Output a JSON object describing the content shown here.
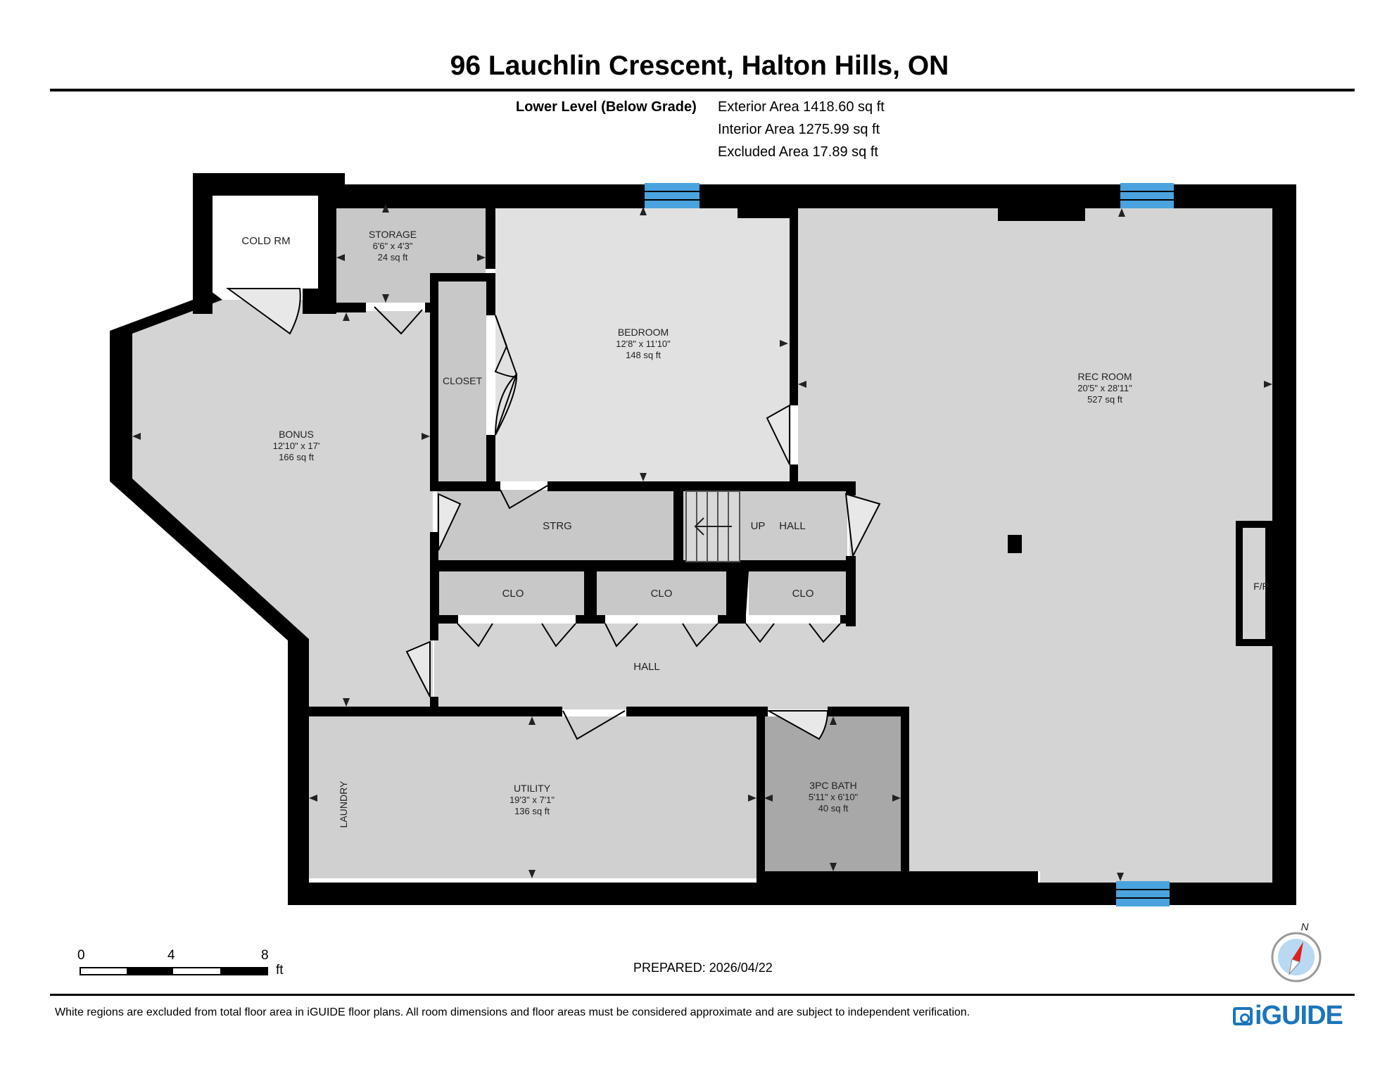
{
  "header": {
    "title": "96 Lauchlin Crescent, Halton Hills, ON"
  },
  "level": {
    "name": "Lower Level (Below Grade)",
    "exterior_area": "Exterior Area 1418.60 sq ft",
    "interior_area": "Interior Area 1275.99 sq ft",
    "excluded_area": "Excluded Area 17.89 sq ft"
  },
  "rooms": {
    "cold_rm": "COLD RM",
    "storage": {
      "name": "STORAGE",
      "dims": "6'6\" x 4'3\"",
      "area": "24 sq ft"
    },
    "bedroom": {
      "name": "BEDROOM",
      "dims": "12'8\" x 11'10\"",
      "area": "148 sq ft"
    },
    "rec_room": {
      "name": "REC ROOM",
      "dims": "20'5\" x 28'11\"",
      "area": "527 sq ft"
    },
    "closet": "CLOSET",
    "bonus": {
      "name": "BONUS",
      "dims": "12'10\" x 17'",
      "area": "166 sq ft"
    },
    "strg": "STRG",
    "up": "UP",
    "hall_upper": "HALL",
    "clo_1": "CLO",
    "clo_2": "CLO",
    "clo_3": "CLO",
    "fp": "F/P",
    "hall_lower": "HALL",
    "laundry": "LAUNDRY",
    "utility": {
      "name": "UTILITY",
      "dims": "19'3\" x 7'1\"",
      "area": "136 sq ft"
    },
    "bath": {
      "name": "3PC BATH",
      "dims": "5'11\" x 6'10\"",
      "area": "40 sq ft"
    }
  },
  "scale": {
    "zero": "0",
    "mid": "4",
    "max": "8",
    "unit": "ft"
  },
  "compass": {
    "north": "N"
  },
  "prepared": "PREPARED: 2026/04/22",
  "footer": {
    "note": "White regions are excluded from total floor area in iGUIDE floor plans. All room dimensions and floor areas must be considered approximate and are subject to independent verification.",
    "logo": "iGUIDE"
  },
  "colors": {
    "wall": "#000000",
    "floor": "#d4d4d4",
    "bath_floor": "#a8a8a8",
    "window": "#4aa3df",
    "brand": "#1b75bb",
    "compass_red": "#e02020"
  }
}
